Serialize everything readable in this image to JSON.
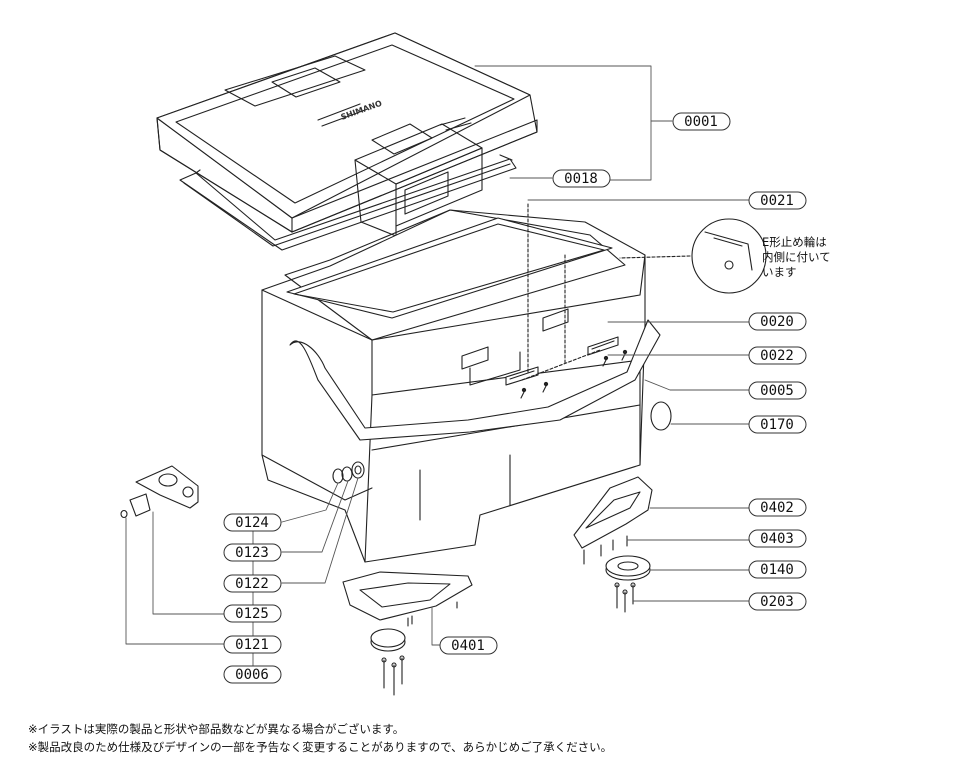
{
  "labels": {
    "p0001": "0001",
    "p0018": "0018",
    "p0021": "0021",
    "p0020": "0020",
    "p0022": "0022",
    "p0005": "0005",
    "p0170": "0170",
    "p0124": "0124",
    "p0123": "0123",
    "p0122": "0122",
    "p0125": "0125",
    "p0121": "0121",
    "p0006": "0006",
    "p0401": "0401",
    "p0402": "0402",
    "p0403": "0403",
    "p0140": "0140",
    "p0203": "0203"
  },
  "callout_note": [
    "E形止め輪は",
    "内側に付いて",
    "います"
  ],
  "brand_marking": "SHIMANO",
  "footnotes": [
    "※イラストは実際の製品と形状や部品数などが異なる場合がございます。",
    "※製品改良のため仕様及びデザインの一部を予告なく変更することがありますので、あらかじめご了承ください。"
  ]
}
